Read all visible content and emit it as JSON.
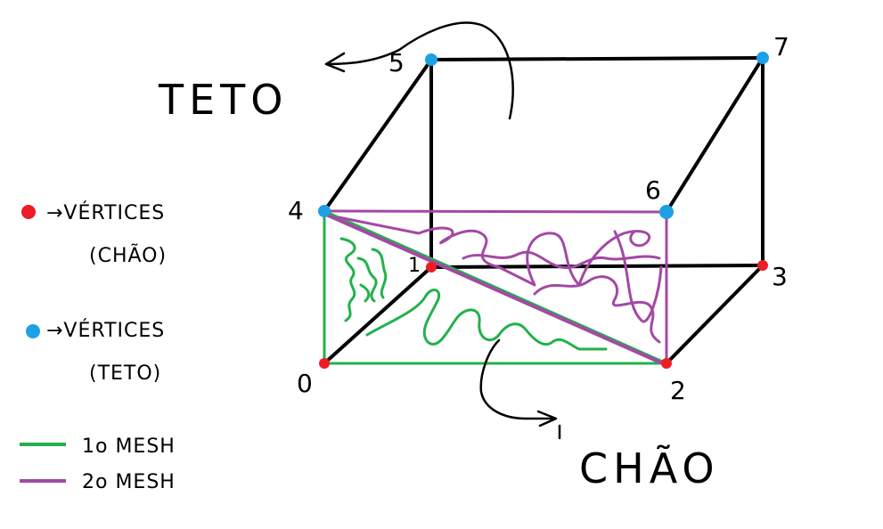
{
  "labels": {
    "teto": "TETO",
    "chao": "CHÃO"
  },
  "vertices": [
    "0",
    "1",
    "2",
    "3",
    "4",
    "5",
    "6",
    "7"
  ],
  "legend": {
    "red_vertices": "→VÉRTICES",
    "red_vertices_sub": "(CHÃO)",
    "blue_vertices": "→VÉRTICES",
    "blue_vertices_sub": "(TETO)",
    "mesh1": "1o MESH",
    "mesh2": "2o MESH"
  },
  "colors": {
    "edge": "#000000",
    "floor_vertex": "#ee1c24",
    "ceiling_vertex": "#1ea0e6",
    "mesh1": "#22b14c",
    "mesh2": "#a349a4"
  }
}
